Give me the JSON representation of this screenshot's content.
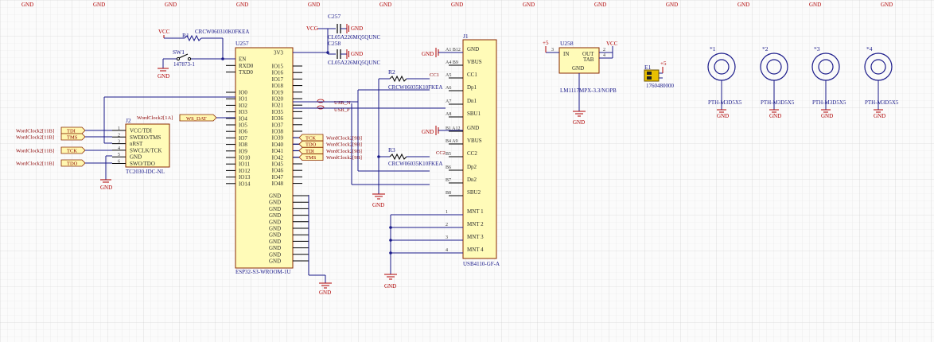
{
  "grid_labels": [
    "GND",
    "GND",
    "GND",
    "GND",
    "GND",
    "GND",
    "GND",
    "GND",
    "GND",
    "GND",
    "GND",
    "GND",
    "GND"
  ],
  "u257": {
    "ref": "U257",
    "value": "ESP32-S3-WROOM-1U",
    "left_pins": [
      "EN",
      "RXD0",
      "TXD0",
      "IO0",
      "IO1",
      "IO2",
      "IO3",
      "IO4",
      "IO5",
      "IO6",
      "IO7",
      "IO8",
      "IO9",
      "IO10",
      "IO11",
      "IO12",
      "IO13",
      "IO14"
    ],
    "right_pins": [
      "3V3",
      "IO15",
      "IO16",
      "IO17",
      "IO18",
      "IO19",
      "IO20",
      "IO21",
      "IO35",
      "IO36",
      "IO37",
      "IO38",
      "IO39",
      "IO40",
      "IO41",
      "IO42",
      "IO45",
      "IO46",
      "IO47",
      "IO48"
    ],
    "gnd_pins": [
      "GND",
      "GND",
      "GND",
      "GND",
      "GND",
      "GND",
      "GND",
      "GND",
      "GND",
      "GND",
      "GND"
    ],
    "gnd_label": "GND"
  },
  "j1": {
    "ref": "J1",
    "value": "USB4110-GF-A",
    "pins": [
      "GND",
      "VBUS",
      "CC1",
      "Dp1",
      "Dn1",
      "SBU1",
      "GND",
      "VBUS",
      "CC2",
      "Dp2",
      "Dn2",
      "SBU2",
      "MNT 1",
      "MNT 2",
      "MNT 3",
      "MNT 4"
    ],
    "pin_numbers": [
      "A1_B12",
      "A4_B9",
      "A5",
      "A6",
      "A7",
      "A8",
      "B1_A12",
      "B4_A9",
      "B5",
      "B6",
      "B7",
      "B8",
      "1",
      "2",
      "3",
      "4"
    ],
    "gnd_label": "GND"
  },
  "j2": {
    "ref": "J2",
    "value": "TC2030-IDC-NL",
    "pins": [
      "VCC/TDI",
      "SWDIO/TMS",
      "nRST",
      "SWCLK/TCK",
      "GND",
      "SWO/TDO"
    ],
    "ports": [
      {
        "net": "WordClock2[11B]",
        "name": "TDI"
      },
      {
        "net": "WordClock2[11B]",
        "name": "TMS"
      },
      {
        "net": "WordClock2[11B]",
        "name": "TCK"
      },
      {
        "net": "WordClock2[11B]",
        "name": "TDO"
      }
    ],
    "gnd_label": "GND"
  },
  "jtag_ports": [
    {
      "net": "WordClock2[9B]",
      "name": "TCK"
    },
    {
      "net": "WordClock2[9B]",
      "name": "TDO"
    },
    {
      "net": "WordClock2[9B]",
      "name": "TDI"
    },
    {
      "net": "WordClock2[9B]",
      "name": "TMS"
    }
  ],
  "ws_port": {
    "net": "WordClock2[1A]",
    "name": "WS_DAT"
  },
  "r1": {
    "ref": "R1",
    "value": "CRCW060310K0FKEA"
  },
  "r2": {
    "ref": "R2",
    "value": "CRCW06035K10FKEA"
  },
  "r3": {
    "ref": "R3",
    "value": "CRCW06035K10FKEA"
  },
  "sw1": {
    "ref": "SW1",
    "value": "147873-1"
  },
  "c257": {
    "ref": "C257",
    "value": "CL05A226MQ5QUNC"
  },
  "c258": {
    "ref": "C258",
    "value": "CL05A226MQ5QUNC"
  },
  "u258": {
    "ref": "U258",
    "value": "LM1117MPX-3.3/NOPB",
    "pins": [
      "IN",
      "OUT",
      "TAB",
      "GND"
    ]
  },
  "e1": {
    "ref": "E1",
    "value": "1760480000"
  },
  "holes": [
    {
      "ref": "*1",
      "value": "PTH-M3D5X5"
    },
    {
      "ref": "*2",
      "value": "PTH-M3D5X5"
    },
    {
      "ref": "*3",
      "value": "PTH-M3D5X5"
    },
    {
      "ref": "*4",
      "value": "PTH-M3D5X5"
    }
  ],
  "nets": {
    "vcc": "VCC",
    "plus5": "+5",
    "gnd": "GND",
    "cc1": "CC1",
    "cc2": "CC2",
    "usb_n": "USB_N",
    "usb_p": "USB_P"
  }
}
